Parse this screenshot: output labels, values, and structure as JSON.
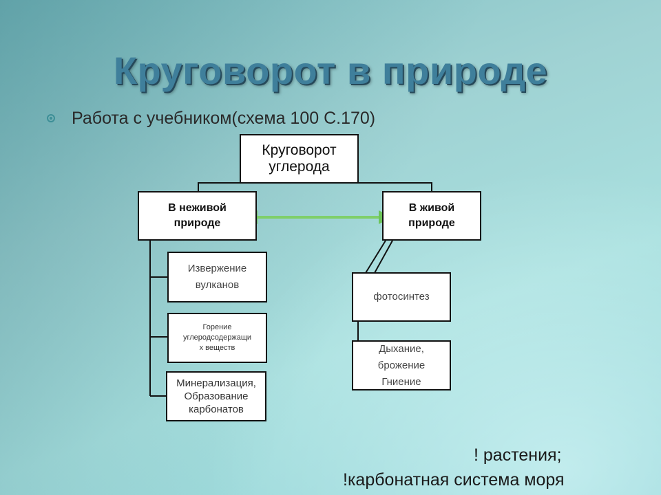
{
  "slide": {
    "title": "Круговорот в природе",
    "bullet": "Работа с учебником(схема 100 С.170)"
  },
  "diagram": {
    "main": [
      "Круговорот",
      "углерода"
    ],
    "nonliving": {
      "label": [
        "В неживой",
        "природе"
      ],
      "items": [
        [
          "Извержение",
          "вулканов"
        ],
        [
          "Горение",
          "углеродсодержащи",
          "х веществ"
        ],
        [
          "Минерализация,",
          "Образование",
          "карбонатов"
        ]
      ]
    },
    "living": {
      "label": [
        "В живой",
        "природе"
      ],
      "items": [
        [
          "фотосинтез"
        ],
        [
          "Дыхание,",
          "брожение",
          "Гниение"
        ]
      ]
    },
    "connector_color": "#7fcf6a"
  },
  "notes": [
    "! растения;",
    "!карбонатная система моря"
  ]
}
